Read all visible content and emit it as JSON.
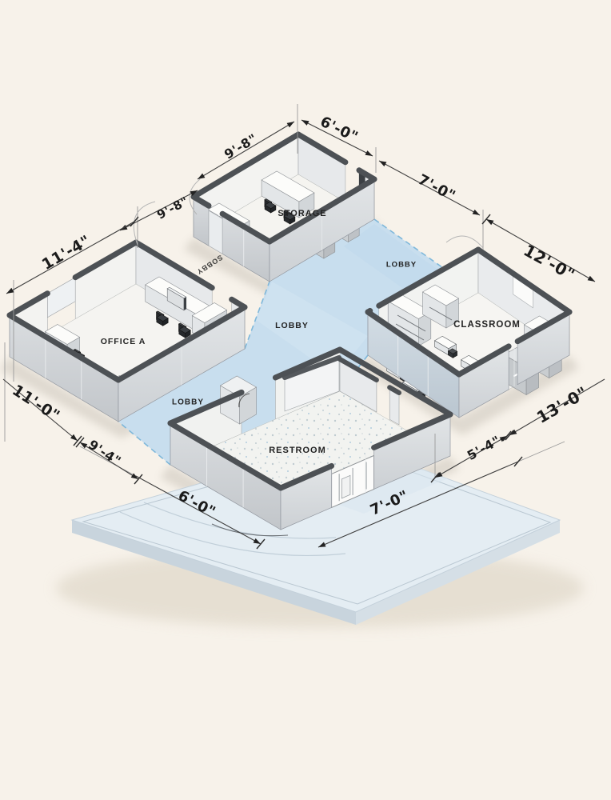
{
  "rooms": {
    "storage": {
      "label": "STORAGE"
    },
    "office": {
      "label": "OFFICE A"
    },
    "classroom": {
      "label": "CLASSROOM"
    },
    "restroom": {
      "label": "RESTROOM"
    }
  },
  "lobby": {
    "top": "LOBBY",
    "center": "LOBBY",
    "left": "LOBBY",
    "garbled": "SOBBY"
  },
  "dims": {
    "storage_nw": "9'-8\"",
    "storage_ne": "6'-0\"",
    "gap_ne": "7'-0\"",
    "classroom_ne": "12'-0\"",
    "office_n": "9'-8\"",
    "office_nw": "11'-4\"",
    "office_sw": "11'-0\"",
    "gap_sw": "9'-4\"",
    "classroom_se": "13'-0\"",
    "gap_se": "5'-4\"",
    "platform_sw": "6'-0\"",
    "platform_se": "7'-0\""
  },
  "colors": {
    "background": "#f7f2ea",
    "lobby_floor": "#c8deee",
    "dash_blue": "#74b2d8",
    "wall_cap": "#4d5155",
    "wall_face": "#ccd0d4",
    "inner_face": "#f3f3f1",
    "platform_top": "#e4edf3",
    "text": "#232323"
  }
}
